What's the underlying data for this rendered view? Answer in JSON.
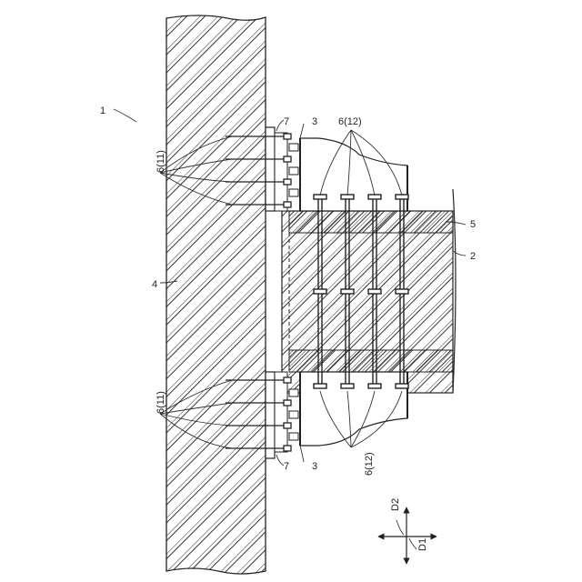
{
  "labels": {
    "assembly": "1",
    "beam": "2",
    "bracket_top": "3",
    "bracket_bottom": "3",
    "wall": "4",
    "layer": "5",
    "fasteners_left_top": "6(11)",
    "fasteners_left_bottom": "6(11)",
    "fasteners_right_top": "6(12)",
    "fasteners_right_bottom": "6(12)",
    "plate_top": "7",
    "plate_bottom": "7",
    "dir_vertical": "D2",
    "dir_horizontal": "D1"
  }
}
